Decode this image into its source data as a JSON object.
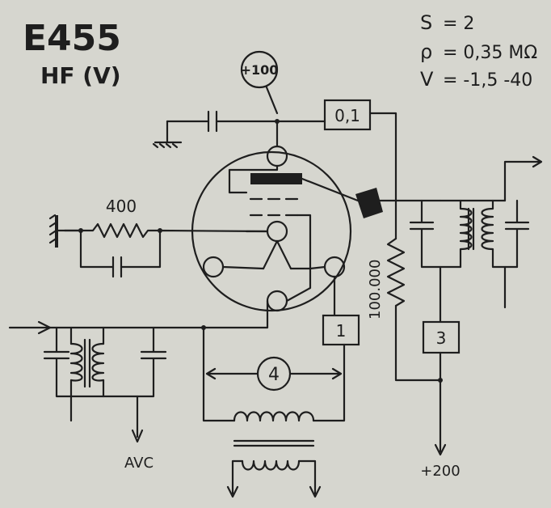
{
  "header": {
    "tube_type": "E455",
    "tube_class": "HF (V)"
  },
  "specs": {
    "s_label": "S",
    "s_value": "= 2",
    "rho_label": "ρ",
    "rho_value": "= 0,35 MΩ",
    "v_label": "V",
    "v_value": "= -1,5 -40"
  },
  "labels": {
    "plus100": "+100",
    "box_01": "0,1",
    "r400": "400",
    "r100000": "100.000",
    "box_1": "1",
    "box_3": "3",
    "box_4": "4",
    "avc": "AVC",
    "plus200": "+200"
  },
  "colors": {
    "ink": "#1e1e1e",
    "paper": "#d6d6cf"
  }
}
